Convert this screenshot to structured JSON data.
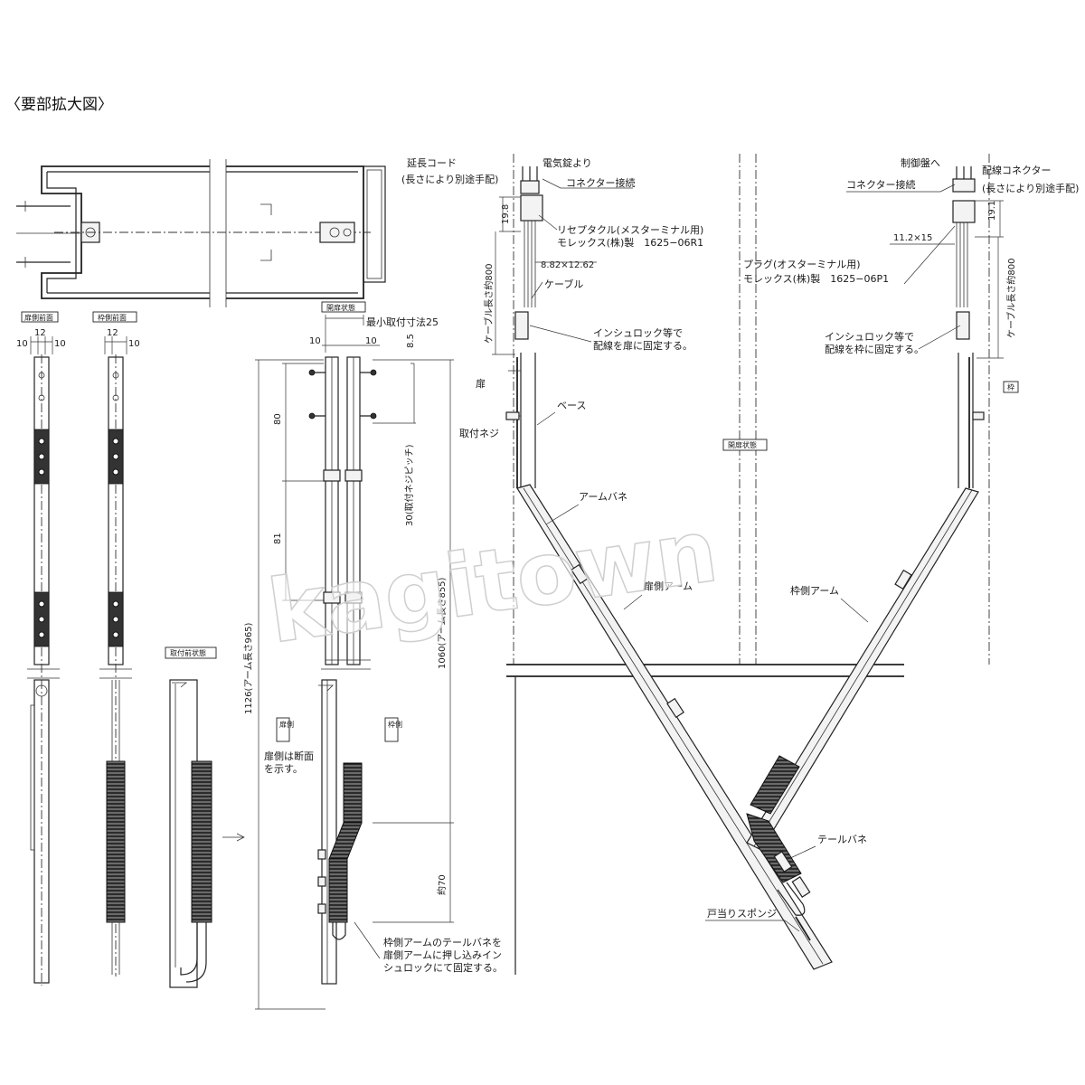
{
  "title": "〈要部拡大図〉",
  "watermark": "kagitown",
  "tags": {
    "door_front": "扉側前面",
    "frame_front": "枠側前面",
    "open_state_top": "開扉状態",
    "before_install": "取付前状態",
    "door_side": "扉側",
    "frame_side": "枠側",
    "open_state_mid": "開扉状態",
    "door_right": "扉",
    "frame_right": "枠"
  },
  "dims": {
    "d10a": "10",
    "d12a": "12",
    "d10b": "10",
    "d12b": "12",
    "d10c": "10",
    "d10d": "10",
    "d10e": "10",
    "min_mount": "最小取付寸法25",
    "d8_5": "8.5",
    "d80": "80",
    "d81": "81",
    "pitch30": "30(取付ネジピッチ)",
    "len1126": "1126(アーム長さ965)",
    "len1060": "1060(アーム長さ855)",
    "len70": "約70",
    "d19_8": "19.8",
    "d19_1": "19.1",
    "d8_82": "8.82×12.62",
    "d11_2": "11.2×15",
    "cable_left": "ケーブル長さ約800",
    "cable_right": "ケーブル長さ約800"
  },
  "notes": {
    "section": [
      "扉側は断面",
      "を示す。"
    ],
    "tail_fix": [
      "枠側アームのテールバネを",
      "扉側アームに押し込みイン",
      "シュロックにて固定する。"
    ],
    "ext_cord": [
      "延長コード",
      "(長さにより別途手配)"
    ],
    "from_lock": "電気錠より",
    "connector_l": "コネクター接続",
    "receptacle": [
      "リセプタクル(メスターミナル用)",
      "モレックス(株)製　1625−06R1"
    ],
    "cable": "ケーブル",
    "insulock_door": [
      "インシュロック等で",
      "配線を扉に固定する。"
    ],
    "base": "ベース",
    "mount_screw": "取付ネジ",
    "arm_spring": "アームバネ",
    "door_arm": "扉側アーム",
    "frame_arm": "枠側アーム",
    "tail_spring": "テールバネ",
    "stop_sponge": "戸当りスポンジ",
    "to_panel": "制御盤へ",
    "wiring_connector": [
      "配線コネクター",
      "(長さにより別途手配)"
    ],
    "connector_r": "コネクター接続",
    "plug": [
      "プラグ(オスターミナル用)",
      "モレックス(株)製　1625−06P1"
    ],
    "insulock_frame": [
      "インシュロック等で",
      "配線を枠に固定する。"
    ]
  }
}
